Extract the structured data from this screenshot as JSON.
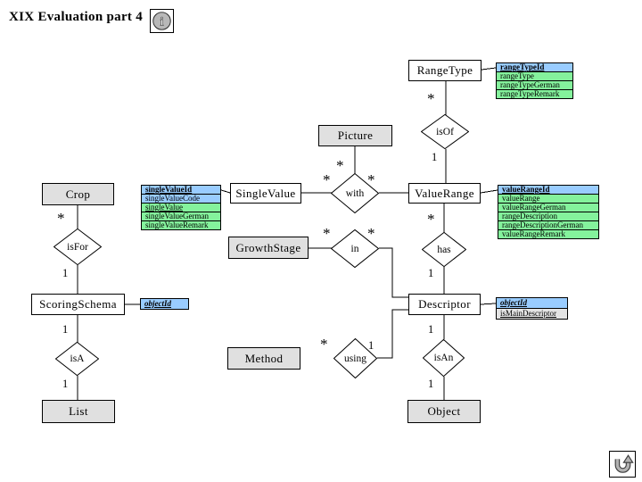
{
  "page": {
    "title": "XIX Evaluation part 4",
    "info_icon_glyph": "i"
  },
  "colors": {
    "entity_fill_grey": "#e0e0e0",
    "entity_fill_white": "#ffffff",
    "attr_key_blue": "#99ccff",
    "attr_green": "#84f29c",
    "attr_grey": "#e4e4e4",
    "line": "#000000",
    "icon_grey": "#b8b8b8"
  },
  "entities": {
    "range_type": {
      "label": "RangeType"
    },
    "picture": {
      "label": "Picture"
    },
    "crop": {
      "label": "Crop"
    },
    "single_value": {
      "label": "SingleValue"
    },
    "value_range": {
      "label": "ValueRange"
    },
    "growth_stage": {
      "label": "GrowthStage"
    },
    "scoring_schema": {
      "label": "ScoringSchema"
    },
    "descriptor": {
      "label": "Descriptor"
    },
    "method": {
      "label": "Method"
    },
    "list": {
      "label": "List"
    },
    "object": {
      "label": "Object"
    }
  },
  "relationships": {
    "is_of": {
      "label": "isOf"
    },
    "with": {
      "label": "with"
    },
    "in": {
      "label": "in"
    },
    "has": {
      "label": "has"
    },
    "is_for": {
      "label": "isFor"
    },
    "is_a": {
      "label": "isA"
    },
    "using": {
      "label": "using"
    },
    "is_an": {
      "label": "isAn"
    }
  },
  "cardinalities": {
    "rangetype_isof": "*",
    "isof_valuerange": "1",
    "picture_with": "*",
    "with_singlevalue": "*",
    "with_valuerange": "*",
    "crop_isfor": "*",
    "in_growthstage": "*",
    "in_descriptor": "*",
    "valuerange_has": "*",
    "isfor_scoringschema": "1",
    "has_descriptor": "1",
    "scoringschema_isa": "1",
    "descriptor_isan": "1",
    "using_method": "*",
    "using_descriptor": "1",
    "isa_list": "1",
    "isan_object": "1"
  },
  "attribute_lists": {
    "range_type": {
      "rows": [
        {
          "label": "rangeTypeId"
        },
        {
          "label": "rangeType"
        },
        {
          "label": "rangeTypeGerman"
        },
        {
          "label": "rangeTypeRemark"
        }
      ]
    },
    "single_value": {
      "rows": [
        {
          "label": "singleValueId"
        },
        {
          "label": "singleValueCode"
        },
        {
          "label": "singleValue"
        },
        {
          "label": "singleValueGerman"
        },
        {
          "label": "singleValueRemark"
        }
      ]
    },
    "value_range": {
      "rows": [
        {
          "label": "valueRangeId"
        },
        {
          "label": "valueRange"
        },
        {
          "label": "valueRangeGerman"
        },
        {
          "label": "rangeDescription"
        },
        {
          "label": "rangeDescriptionGerman"
        },
        {
          "label": "valueRangeRemark"
        }
      ]
    },
    "scoring_schema": {
      "rows": [
        {
          "label": "objectId"
        }
      ]
    },
    "descriptor": {
      "rows": [
        {
          "label": "objectId"
        },
        {
          "label": "isMainDescriptor"
        }
      ]
    }
  }
}
